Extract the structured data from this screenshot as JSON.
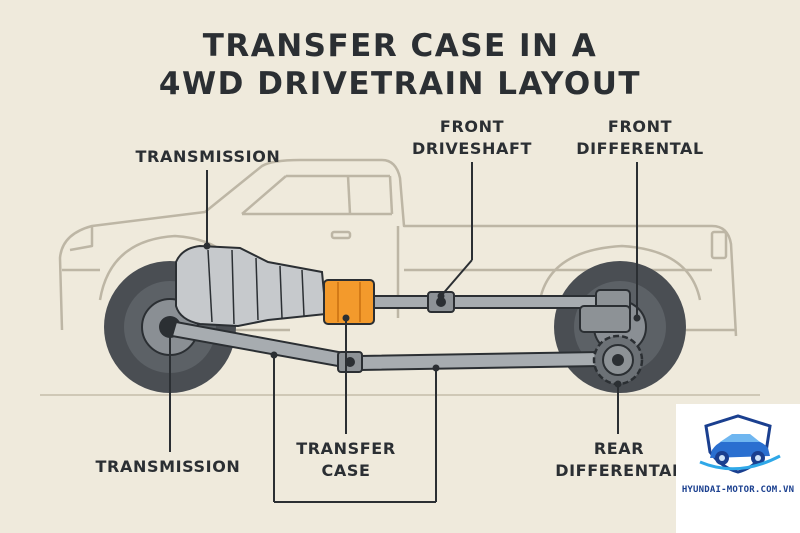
{
  "title": {
    "line1": "TRANSFER CASE IN A",
    "line2": "4WD DRIVETRAIN LAYOUT"
  },
  "labels": {
    "transmission_top": "TRANSMISSION",
    "front_driveshaft_1": "FRONT",
    "front_driveshaft_2": "DRIVESHAFT",
    "front_differential_1": "FRONT",
    "front_differential_2": "DIFFERENTAL",
    "transmission_bottom": "TRANSMISSION",
    "transfer_case_1": "TRANSFER",
    "transfer_case_2": "CASE",
    "rear_differential_1": "REAR",
    "rear_differential_2": "DIFFERENTAL"
  },
  "watermark": {
    "site": "HYUNDAI-MOTOR.COM.VN"
  },
  "colors": {
    "background": "#efeadc",
    "ink": "#2b2f33",
    "transfer_case": "#f39a2c",
    "brand": "#1a3f8f"
  }
}
